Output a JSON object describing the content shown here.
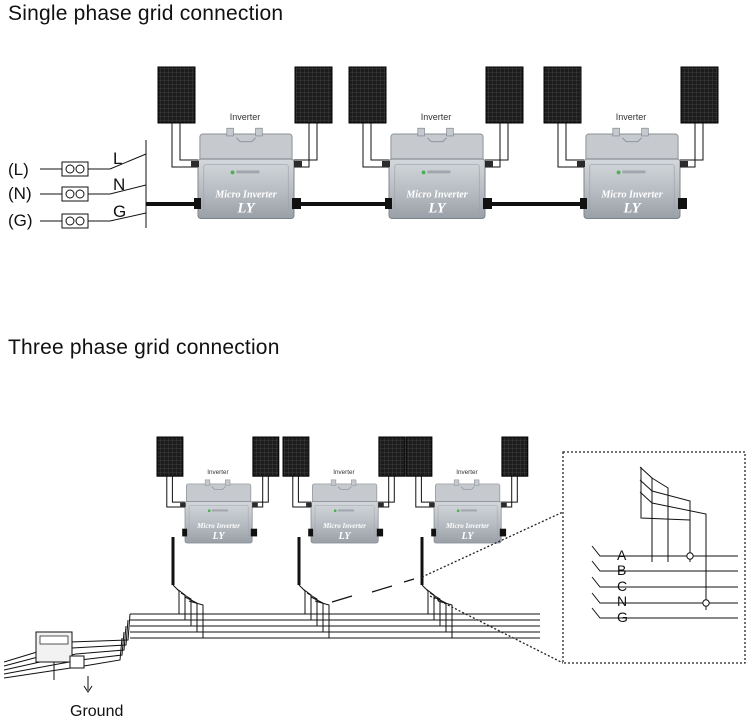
{
  "single_phase": {
    "title": "Single phase grid connection",
    "terminal_labels": [
      "(L)",
      "(N)",
      "(G)"
    ],
    "line_labels": [
      "L",
      "N",
      "G"
    ],
    "inverter_label": "Inverter",
    "inverter_brand": "Micro Inverter",
    "inverter_model": "LY",
    "inverter_count": 3
  },
  "three_phase": {
    "title": "Three phase grid connection",
    "inverter_label": "Inverter",
    "inverter_brand": "Micro Inverter",
    "inverter_model": "LY",
    "inverter_count": 3,
    "bus_labels": [
      "A",
      "B",
      "C",
      "N",
      "G"
    ],
    "ground_label": "Ground"
  },
  "colors": {
    "line": "#111111",
    "panel": "#1b1b1b",
    "inverter": "#b9bec4",
    "inverter_dark": "#8e949b",
    "dotted": "#222222"
  }
}
